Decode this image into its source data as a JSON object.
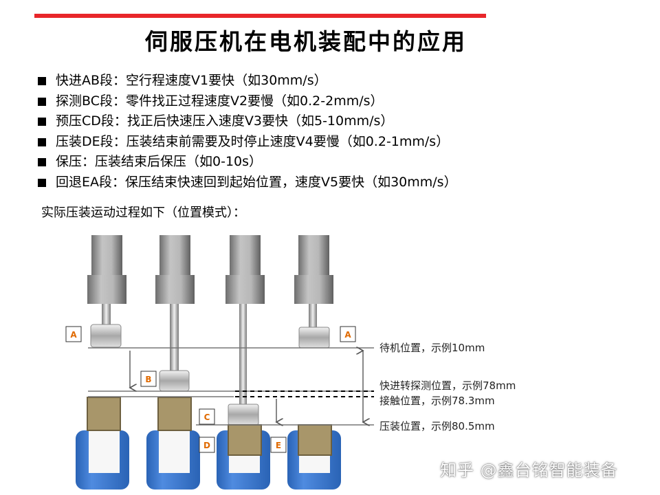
{
  "title": "伺服压机在电机装配中的应用",
  "accent_color": "#e8262a",
  "bullets": [
    "快进AB段：空行程速度V1要快（如30mm/s）",
    "探测BC段：零件找正过程速度V2要慢（如0.2-2mm/s）",
    "预压CD段：找正后快速压入速度V3要快（如5-10mm/s）",
    "压装DE段：压装结束前需要及时停止速度V4要慢（如0.2-1mm/s）",
    "保压：压装结束后保压（如0-10s）",
    "回退EA段：保压结束快速回到起始位置，速度V5要快（如30mm/s）"
  ],
  "subtitle": "实际压装运动过程如下（位置模式）：",
  "diagram": {
    "point_labels": {
      "a_left": "A",
      "b": "B",
      "c": "C",
      "d": "D",
      "e": "E",
      "a_right": "A"
    },
    "position_labels": {
      "standby": "待机位置，示例10mm",
      "switch": "快进转探测位置，示例78mm",
      "contact": "接触位置，示例78.3mm",
      "press": "压装位置，示例80.5mm"
    }
  },
  "watermark": "知乎 @鑫台铭智能装备"
}
